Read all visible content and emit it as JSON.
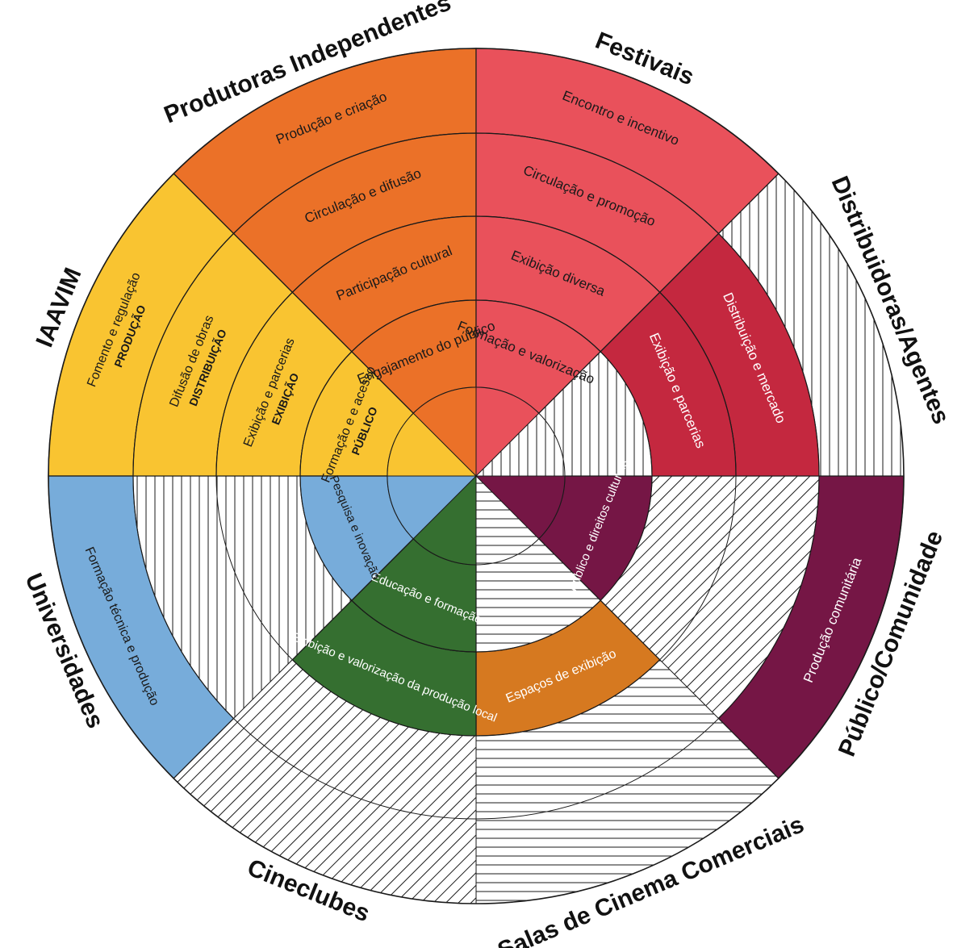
{
  "colors": {
    "iaavim": "#F9C431",
    "produtoras": "#EB7128",
    "festivais": "#E9515B",
    "distribuidoras": "#C4283F",
    "publico": "#751645",
    "salas": "#D67920",
    "cineclubes": "#356F30",
    "universidades": "#77ACDA",
    "hatch": "#1a1a1a",
    "outline": "#1a1a1a"
  },
  "actors": [
    {
      "id": "produtoras",
      "label": "Produtoras Independentes"
    },
    {
      "id": "festivais",
      "label": "Festivais"
    },
    {
      "id": "distribuidoras",
      "label": "Distribuidoras/Agentes"
    },
    {
      "id": "publico",
      "label": "Público/Comunidade"
    },
    {
      "id": "salas",
      "label": "Salas de Cinema Comerciais"
    },
    {
      "id": "cineclubes",
      "label": "Cineclubes"
    },
    {
      "id": "universidades",
      "label": "Universidades"
    },
    {
      "id": "iaavim",
      "label": "IAAVIM"
    }
  ],
  "segments": {
    "produtoras": [
      "Produção e criação",
      "Circulação e difusão",
      "Participação cultural",
      "Engajamento do público"
    ],
    "festivais": [
      "Encontro e incentivo",
      "Circulação e promoção",
      "Exibição diversa",
      "Formação e valorização"
    ],
    "distribuidoras": [
      "Distribuição e mercado",
      "Exibição e parcerias"
    ],
    "publico": [
      "Produção comunitária",
      "Público e direitos culturais"
    ],
    "salas": [
      "Espaços de exibição"
    ],
    "cineclubes": [
      "Exibição e valorização da produção local",
      "Educação e formação"
    ],
    "universidades": [
      "Formação técnica e produção",
      "Pesquisa e inovação"
    ],
    "iaavim": [
      {
        "title": "PRODUÇÃO",
        "text": "Fomento e regulação"
      },
      {
        "title": "DISTRIBUIÇÃO",
        "text": "Difusão de obras"
      },
      {
        "title": "EXIBIÇÃO",
        "text": "Exibição e parcerias"
      },
      {
        "title": "PÚBLICO",
        "text": "Formação e e acesso"
      }
    ]
  }
}
